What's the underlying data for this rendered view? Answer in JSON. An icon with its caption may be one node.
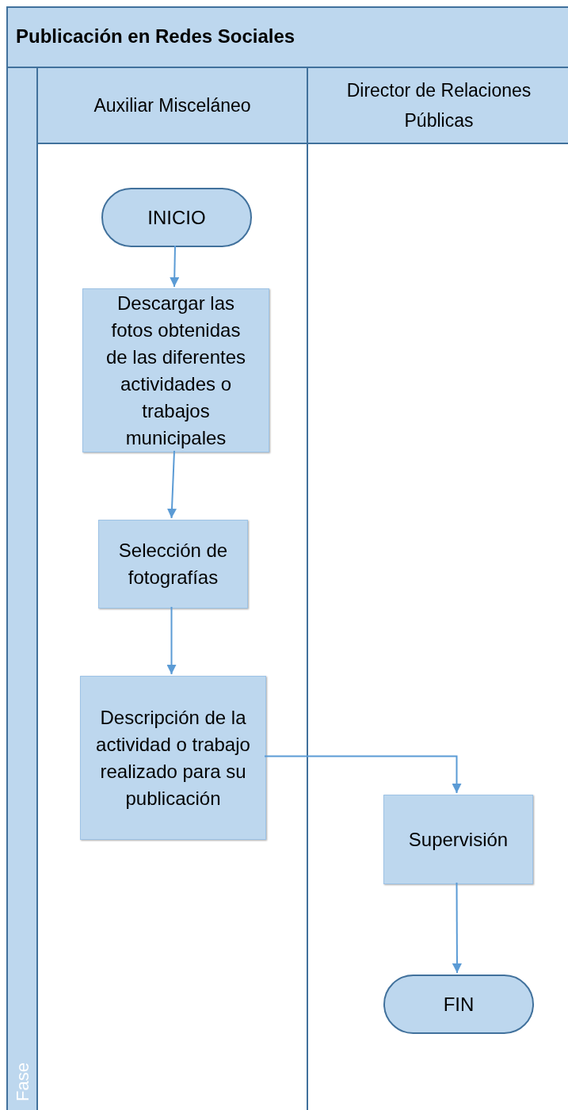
{
  "diagram": {
    "nodes": [
      {
        "text": [
          "Publicación en Redes Sociales"
        ]
      },
      {
        "text": [
          "Fase"
        ],
        "in": 0
      },
      {
        "text": [
          "Auxiliar Misceláneo"
        ],
        "in": 0
      },
      {
        "text": [
          "Director de Relaciones Públicas"
        ],
        "in": 0
      },
      {
        "text": [
          "INICIO"
        ],
        "in": 2
      },
      {
        "text": [
          "Descargar las fotos obtenidas de las diferentes actividades o trabajos municipales"
        ],
        "in": 2
      },
      {
        "text": [
          "Selección de fotografías"
        ],
        "in": 2
      },
      {
        "text": [
          "Descripción de la actividad o trabajo realizado para su publicación"
        ],
        "in": 2
      },
      {
        "text": [
          "Supervisión"
        ],
        "in": 3
      },
      {
        "text": [
          "FIN"
        ],
        "in": 3
      }
    ],
    "edges": [
      {
        "from": 4,
        "to": 5,
        "arrow": "to"
      },
      {
        "from": 5,
        "to": 6,
        "arrow": "to"
      },
      {
        "from": 6,
        "to": 7,
        "arrow": "to"
      },
      {
        "from": 7,
        "to": 8,
        "arrow": "to"
      },
      {
        "from": 8,
        "to": 9,
        "arrow": "to"
      }
    ]
  }
}
